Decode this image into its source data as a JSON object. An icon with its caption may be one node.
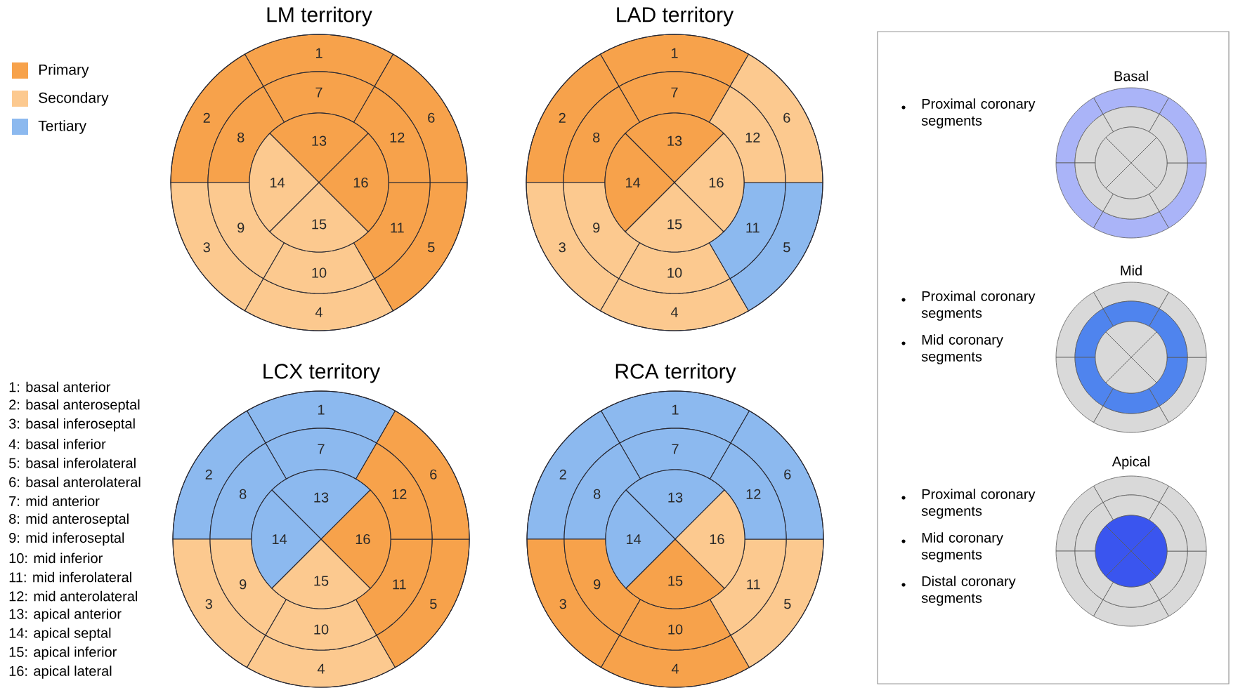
{
  "diagram": {
    "nodes": [
      {
        "text": [
          "LM territory"
        ]
      },
      {
        "text": [
          "1"
        ],
        "in": 0
      },
      {
        "text": [
          "2"
        ],
        "in": 0
      },
      {
        "text": [
          "3"
        ],
        "in": 0
      },
      {
        "text": [
          "4"
        ],
        "in": 0
      },
      {
        "text": [
          "5"
        ],
        "in": 0
      },
      {
        "text": [
          "6"
        ],
        "in": 0
      },
      {
        "text": [
          "7"
        ],
        "in": 0
      },
      {
        "text": [
          "8"
        ],
        "in": 0
      },
      {
        "text": [
          "9"
        ],
        "in": 0
      },
      {
        "text": [
          "10"
        ],
        "in": 0
      },
      {
        "text": [
          "11"
        ],
        "in": 0
      },
      {
        "text": [
          "12"
        ],
        "in": 0
      },
      {
        "text": [
          "13"
        ],
        "in": 0
      },
      {
        "text": [
          "14"
        ],
        "in": 0
      },
      {
        "text": [
          "15"
        ],
        "in": 0
      },
      {
        "text": [
          "16"
        ],
        "in": 0
      },
      {
        "text": [
          "LAD territory"
        ]
      },
      {
        "text": [
          "1"
        ],
        "in": 17
      },
      {
        "text": [
          "2"
        ],
        "in": 17
      },
      {
        "text": [
          "3"
        ],
        "in": 17
      },
      {
        "text": [
          "4"
        ],
        "in": 17
      },
      {
        "text": [
          "5"
        ],
        "in": 17
      },
      {
        "text": [
          "6"
        ],
        "in": 17
      },
      {
        "text": [
          "7"
        ],
        "in": 17
      },
      {
        "text": [
          "8"
        ],
        "in": 17
      },
      {
        "text": [
          "9"
        ],
        "in": 17
      },
      {
        "text": [
          "10"
        ],
        "in": 17
      },
      {
        "text": [
          "11"
        ],
        "in": 17
      },
      {
        "text": [
          "12"
        ],
        "in": 17
      },
      {
        "text": [
          "13"
        ],
        "in": 17
      },
      {
        "text": [
          "14"
        ],
        "in": 17
      },
      {
        "text": [
          "15"
        ],
        "in": 17
      },
      {
        "text": [
          "16"
        ],
        "in": 17
      },
      {
        "text": [
          "LCX territory"
        ]
      },
      {
        "text": [
          "1"
        ],
        "in": 34
      },
      {
        "text": [
          "2"
        ],
        "in": 34
      },
      {
        "text": [
          "3"
        ],
        "in": 34
      },
      {
        "text": [
          "4"
        ],
        "in": 34
      },
      {
        "text": [
          "5"
        ],
        "in": 34
      },
      {
        "text": [
          "6"
        ],
        "in": 34
      },
      {
        "text": [
          "7"
        ],
        "in": 34
      },
      {
        "text": [
          "8"
        ],
        "in": 34
      },
      {
        "text": [
          "9"
        ],
        "in": 34
      },
      {
        "text": [
          "10"
        ],
        "in": 34
      },
      {
        "text": [
          "11"
        ],
        "in": 34
      },
      {
        "text": [
          "12"
        ],
        "in": 34
      },
      {
        "text": [
          "13"
        ],
        "in": 34
      },
      {
        "text": [
          "14"
        ],
        "in": 34
      },
      {
        "text": [
          "15"
        ],
        "in": 34
      },
      {
        "text": [
          "16"
        ],
        "in": 34
      },
      {
        "text": [
          "RCA territory"
        ]
      },
      {
        "text": [
          "1"
        ],
        "in": 51
      },
      {
        "text": [
          "2"
        ],
        "in": 51
      },
      {
        "text": [
          "3"
        ],
        "in": 51
      },
      {
        "text": [
          "4"
        ],
        "in": 51
      },
      {
        "text": [
          "5"
        ],
        "in": 51
      },
      {
        "text": [
          "6"
        ],
        "in": 51
      },
      {
        "text": [
          "7"
        ],
        "in": 51
      },
      {
        "text": [
          "8"
        ],
        "in": 51
      },
      {
        "text": [
          "9"
        ],
        "in": 51
      },
      {
        "text": [
          "10"
        ],
        "in": 51
      },
      {
        "text": [
          "11"
        ],
        "in": 51
      },
      {
        "text": [
          "12"
        ],
        "in": 51
      },
      {
        "text": [
          "13"
        ],
        "in": 51
      },
      {
        "text": [
          "14"
        ],
        "in": 51
      },
      {
        "text": [
          "15"
        ],
        "in": 51
      },
      {
        "text": [
          "16"
        ],
        "in": 51
      },
      {
        "text": [],
        "shape": "box"
      },
      {
        "text": [
          "Basal"
        ],
        "in": 68,
        "beside": [
          "Proximal coronary segments"
        ]
      },
      {
        "text": [
          "Mid"
        ],
        "in": 68,
        "beside": [
          "Proximal coronary segments",
          "Mid coronary segments"
        ]
      },
      {
        "text": [
          "Apical"
        ],
        "in": 68,
        "beside": [
          "Proximal coronary segments",
          "Mid coronary segments",
          "Distal coronary segments"
        ]
      }
    ],
    "labels": [
      "1: basal anterior",
      "2: basal anteroseptal",
      "3: basal inferoseptal",
      "4: basal inferior",
      "5: basal inferolateral",
      "6: basal anterolateral",
      "7: mid anterior",
      "8: mid anteroseptal",
      "9: mid inferoseptal",
      "10: mid inferior",
      "11: mid inferolateral",
      "12: mid anterolateral",
      "13: apical anterior",
      "14: apical septal",
      "15: apical inferior",
      "16: apical lateral"
    ],
    "legend": [
      {
        "text": "Primary",
        "color": "#f7a24b"
      },
      {
        "text": "Secondary",
        "color": "#fcc98f"
      },
      {
        "text": "Tertiary",
        "color": "#8cb9ef"
      }
    ]
  }
}
